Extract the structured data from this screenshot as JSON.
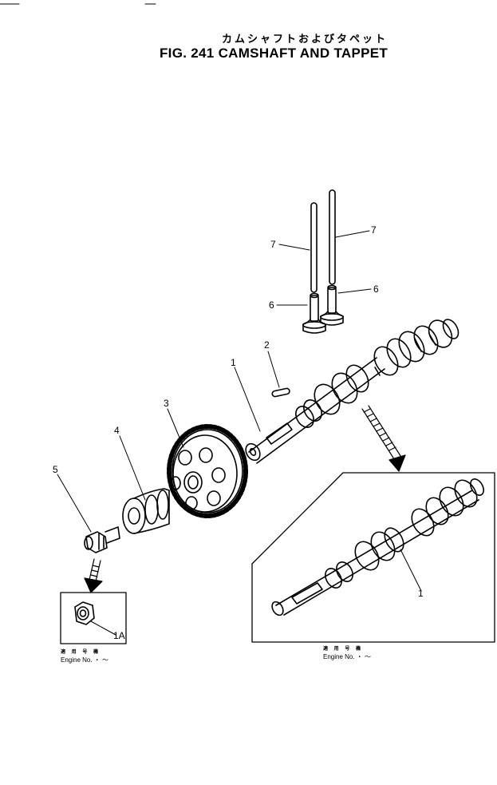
{
  "title": {
    "japanese": "カムシャフトおよびタペット",
    "english": "FIG. 241  CAMSHAFT AND TAPPET"
  },
  "callouts": {
    "c1": "1",
    "c1_detail": "1",
    "c1a": "1A",
    "c2": "2",
    "c3": "3",
    "c4": "4",
    "c5": "5",
    "c6_left": "6",
    "c6_right": "6",
    "c7_left": "7",
    "c7_right": "7"
  },
  "detail_left": {
    "label_jp": "適 用 号 機",
    "label_en": "Engine  No.     ・ ～"
  },
  "detail_right": {
    "label_jp": "適 用 号 機",
    "label_en": "Engine  No.     ・ ～"
  },
  "colors": {
    "ink": "#000000",
    "paper": "#ffffff"
  }
}
